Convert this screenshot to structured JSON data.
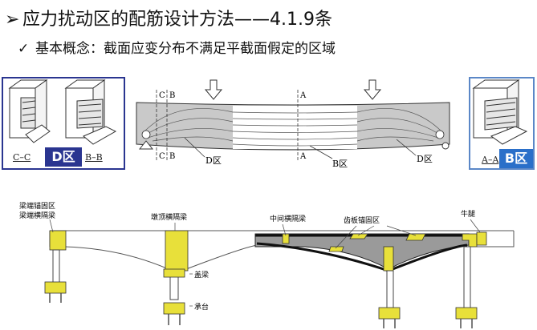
{
  "header": {
    "title": "应力扰动区的配筋设计方法——4.1.9条",
    "subtitle": "基本概念：截面应变分布不满足平截面假定的区域"
  },
  "left_panel": {
    "label_cc": "C–C",
    "badge": "D区",
    "label_bb": "B–B",
    "badge_color": "#2a3590"
  },
  "right_panel": {
    "label_aa": "A–A",
    "badge": "B区",
    "badge_color": "#2a6fc9"
  },
  "beam_diagram": {
    "section_c": "C",
    "section_b": "B",
    "section_a": "A",
    "label_d_left": "D区",
    "label_b_mid": "B区",
    "label_d_right": "D区"
  },
  "bridge_diagram": {
    "label_anchor_zone": "梁端锚固区",
    "label_end_diaphragm": "梁端横隔梁",
    "label_pier_diaphragm": "墩顶横隔梁",
    "label_cap_beam": "盖梁",
    "label_pile_cap": "承台",
    "label_mid_diaphragm": "中间横隔梁",
    "label_tooth_anchor": "齿板锚固区",
    "label_corbel": "牛腿",
    "accent_color": "#e8e03a"
  }
}
